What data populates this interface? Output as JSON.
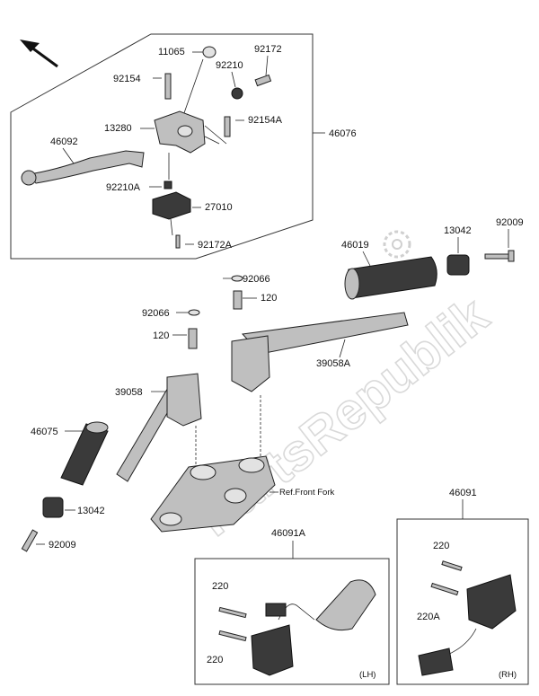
{
  "watermark": "PartsRepublik",
  "labels": {
    "p11065": "11065",
    "p92172": "92172",
    "p92154": "92154",
    "p92210": "92210",
    "p13280": "13280",
    "p92154A": "92154A",
    "p46092": "46092",
    "p46076": "46076",
    "p92210A": "92210A",
    "p27010": "27010",
    "p92172A": "92172A",
    "p46019": "46019",
    "p13042_top": "13042",
    "p92009_top": "92009",
    "p92066_a": "92066",
    "p120_a": "120",
    "p92066_b": "92066",
    "p120_b": "120",
    "p39058A": "39058A",
    "p39058": "39058",
    "p46075": "46075",
    "p13042_bot": "13042",
    "p92009_bot": "92009",
    "ref_front_fork": "Ref.Front Fork",
    "p46091": "46091",
    "p46091A": "46091A",
    "p220_rh": "220",
    "p220A": "220A",
    "p220_lh1": "220",
    "p220_lh2": "220",
    "side_lh": "(LH)",
    "side_rh": "(RH)"
  }
}
